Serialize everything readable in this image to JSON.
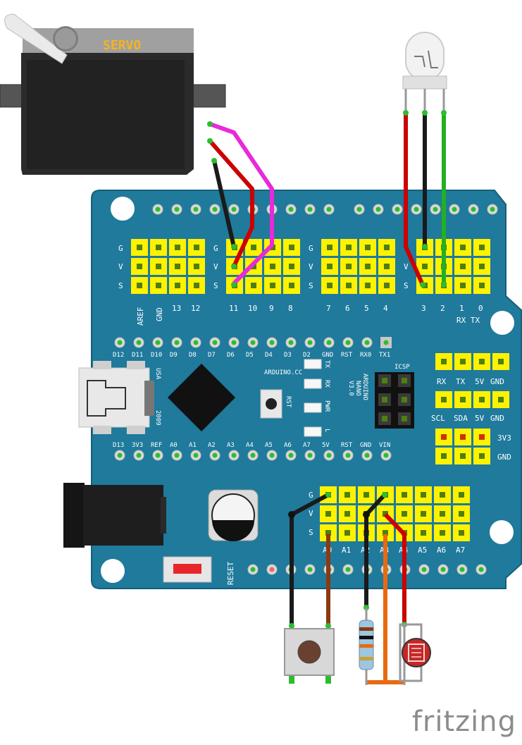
{
  "servo": {
    "label": "SERVO"
  },
  "shield": {
    "gvs_letters": [
      "G",
      "V",
      "S"
    ],
    "top_pin_labels": [
      "AREF",
      "GND",
      "13",
      "12",
      "11",
      "10",
      "9",
      "8",
      "7",
      "6",
      "5",
      "4",
      "3",
      "2",
      "1",
      "0"
    ],
    "rx_tx": "RX TX",
    "reset_label": "RESET",
    "right_header_labels": {
      "row1": [
        "RX",
        "TX",
        "5V",
        "GND"
      ],
      "row2": [
        "SCL",
        "SDA",
        "5V",
        "GND"
      ],
      "row3": [
        "3V3"
      ],
      "row4": [
        "GND"
      ]
    },
    "analog_pin_labels": [
      "A0",
      "A1",
      "A2",
      "A3",
      "A4",
      "A5",
      "A6",
      "A7"
    ]
  },
  "nano": {
    "top_labels": [
      "D12",
      "D11",
      "D10",
      "D9",
      "D8",
      "D7",
      "D6",
      "D5",
      "D4",
      "D3",
      "D2",
      "GND",
      "RST",
      "RX0",
      "TX1"
    ],
    "bottom_labels": [
      "D13",
      "3V3",
      "REF",
      "A0",
      "A1",
      "A2",
      "A3",
      "A4",
      "A5",
      "A6",
      "A7",
      "5V",
      "RST",
      "GND",
      "VIN"
    ],
    "brand": "ARDUINO.CC",
    "model_line1": "ARDUINO",
    "model_line2": "NANO",
    "model_line3": "V3.0",
    "usb_label": "USA",
    "year_label": "2009",
    "icsp_label": "ICSP",
    "rst_label": "RST",
    "led_labels": [
      "TX",
      "RX",
      "PWR",
      "L"
    ]
  },
  "watermark": "fritzing",
  "colors": {
    "board": "#1f7a9c",
    "header": "#fff200",
    "pin": "#4e7f10",
    "wire_red": "#cc0000",
    "wire_black": "#1a1a1a",
    "wire_magenta": "#e82ad9",
    "wire_green": "#22b022",
    "wire_brown": "#8a3a10",
    "wire_orange": "#e86a10"
  }
}
